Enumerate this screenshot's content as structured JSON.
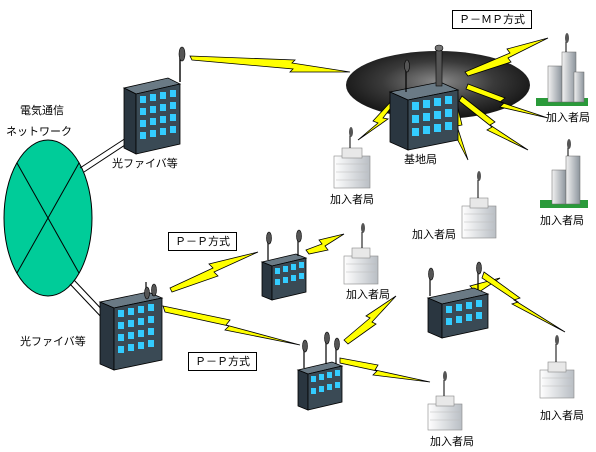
{
  "network": {
    "label_line1": "電気通信",
    "label_line2": "ネットワーク"
  },
  "fiber_labels": {
    "top": "光ファイバ等",
    "bottom": "光ファイバ等"
  },
  "schemes": {
    "pmp": "Ｐ－ＭＰ方式",
    "pp_top": "Ｐ－Ｐ方式",
    "pp_bottom": "Ｐ－Ｐ方式"
  },
  "base_station": {
    "label": "基地局"
  },
  "subscribers": {
    "s1": "加入者局",
    "s2": "加入者局",
    "s3": "加入者局",
    "s4": "加入者局",
    "s5": "加入者局",
    "s6": "加入者局",
    "s7": "加入者局"
  },
  "colors": {
    "network_fill": "#00cc99",
    "building_body": "#3a4a55",
    "building_window": "#33ccff",
    "wireless_link": "#ffff00",
    "hub_shadow": "#202020"
  }
}
